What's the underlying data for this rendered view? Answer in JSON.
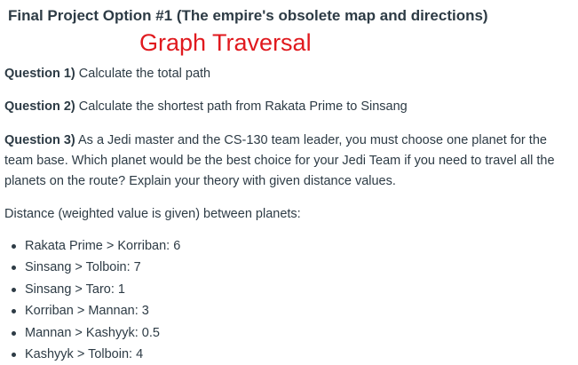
{
  "title": "Final Project Option #1 (The empire's obsolete map and directions)",
  "subtitle": "Graph Traversal",
  "questions": [
    {
      "label": "Question 1)",
      "text": " Calculate the total path"
    },
    {
      "label": "Question 2)",
      "text": " Calculate the shortest path from Rakata Prime to Sinsang"
    },
    {
      "label": "Question 3)",
      "text": " As a Jedi master and the CS-130 team leader, you must choose one planet for the team base. Which planet would be the best choice for your Jedi Team if you need to travel all the planets on the route? Explain your theory with given distance values."
    }
  ],
  "distance_intro": "Distance (weighted value is given) between planets:",
  "distances": [
    "Rakata Prime > Korriban: 6",
    "Sinsang > Tolboin: 7",
    "Sinsang > Taro: 1",
    "Korriban > Mannan: 3",
    "Mannan > Kashyyk: 0.5",
    "Kashyyk > Tolboin: 4"
  ],
  "colors": {
    "text": "#2d3b45",
    "subtitle": "#e0191e"
  }
}
